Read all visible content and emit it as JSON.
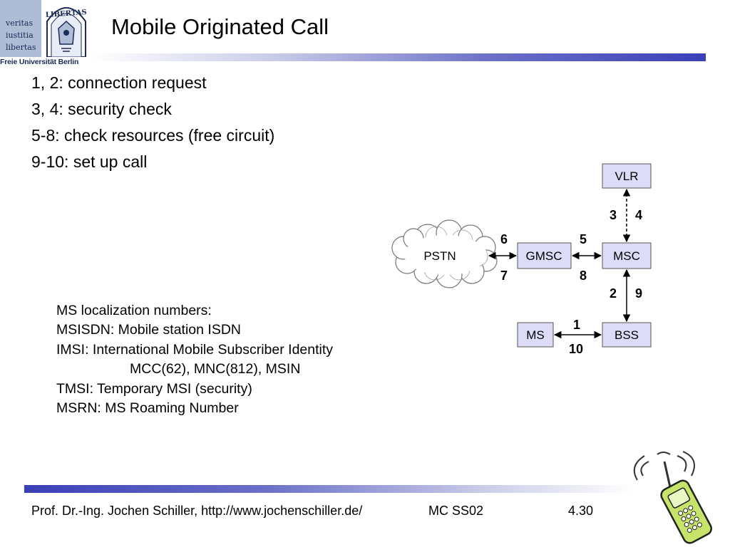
{
  "logo": {
    "motto": [
      "veritas",
      "iustitia",
      "libertas"
    ],
    "seal_text": "LIBERTAS",
    "caption": "Freie Universität Berlin"
  },
  "title": "Mobile Originated Call",
  "bullets": [
    "1, 2: connection request",
    "3, 4: security check",
    "5-8: check resources (free circuit)",
    "9-10: set up call"
  ],
  "diagram": {
    "nodes": {
      "pstn": "PSTN",
      "gmsc": "GMSC",
      "msc": "MSC",
      "vlr": "VLR",
      "ms": "MS",
      "bss": "BSS"
    },
    "steps": {
      "s1": "1",
      "s2": "2",
      "s3": "3",
      "s4": "4",
      "s5": "5",
      "s6": "6",
      "s7": "7",
      "s8": "8",
      "s9": "9",
      "s10": "10"
    },
    "colors": {
      "box_fill": "#dcdcf8",
      "box_stroke": "#555555",
      "cloud_stroke": "#777777"
    }
  },
  "note": [
    "MS localization numbers:",
    "MSISDN: Mobile station ISDN",
    "IMSI: International Mobile Subscriber Identity",
    "MCC(62), MNC(812), MSIN",
    "TMSI: Temporary MSI (security)",
    "MSRN: MS Roaming Number"
  ],
  "footer": {
    "author": "Prof. Dr.-Ing. Jochen Schiller, http://www.jochenschiller.de/",
    "course": "MC SS02",
    "page": "4.30"
  },
  "decor": {
    "phone_icon": "cell-phone-with-signal-waves-icon",
    "bar_color": "#3b3fb8"
  }
}
